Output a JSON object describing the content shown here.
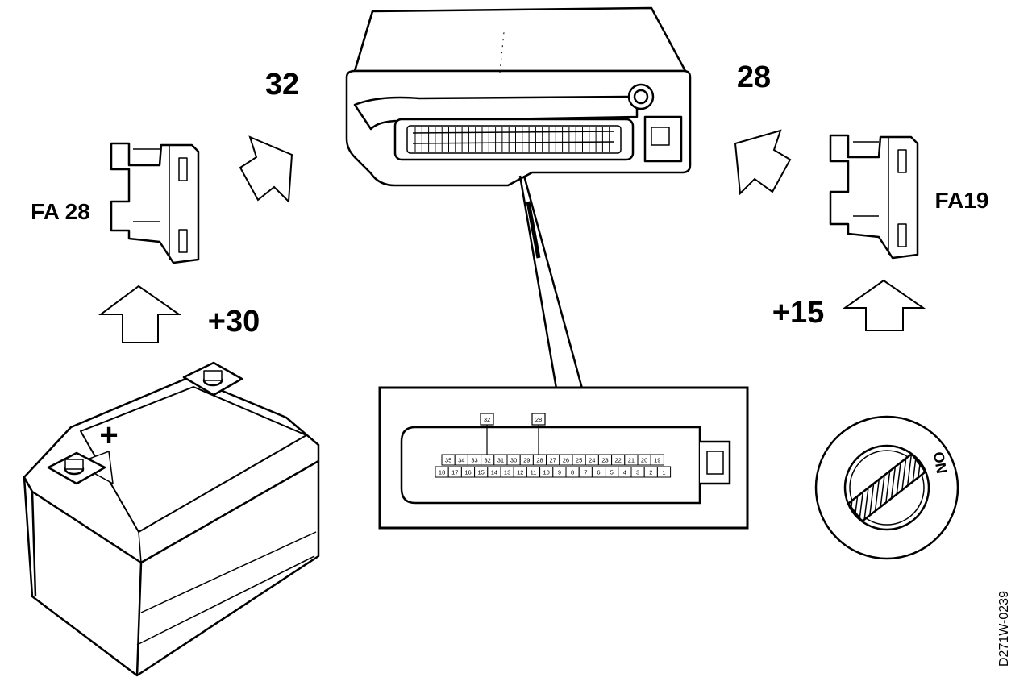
{
  "labels": {
    "ecu_pin_left": "32",
    "ecu_pin_right": "28",
    "fuse_left": "FA 28",
    "fuse_right": "FA19",
    "terminal_battery": "+30",
    "terminal_ignition": "+15",
    "battery_plus": "+",
    "ignition_on": "ON",
    "drawing_code": "D271W-0239"
  },
  "connector": {
    "callout_pins": [
      "32",
      "28"
    ],
    "top_row": [
      "35",
      "34",
      "33",
      "32",
      "31",
      "30",
      "29",
      "28",
      "27",
      "26",
      "25",
      "24",
      "23",
      "22",
      "21",
      "20",
      "19"
    ],
    "bottom_row": [
      "18",
      "17",
      "16",
      "15",
      "14",
      "13",
      "12",
      "11",
      "10",
      "9",
      "8",
      "7",
      "6",
      "5",
      "4",
      "3",
      "2",
      "1"
    ]
  },
  "colors": {
    "ink": "#000000",
    "paper": "#ffffff"
  }
}
